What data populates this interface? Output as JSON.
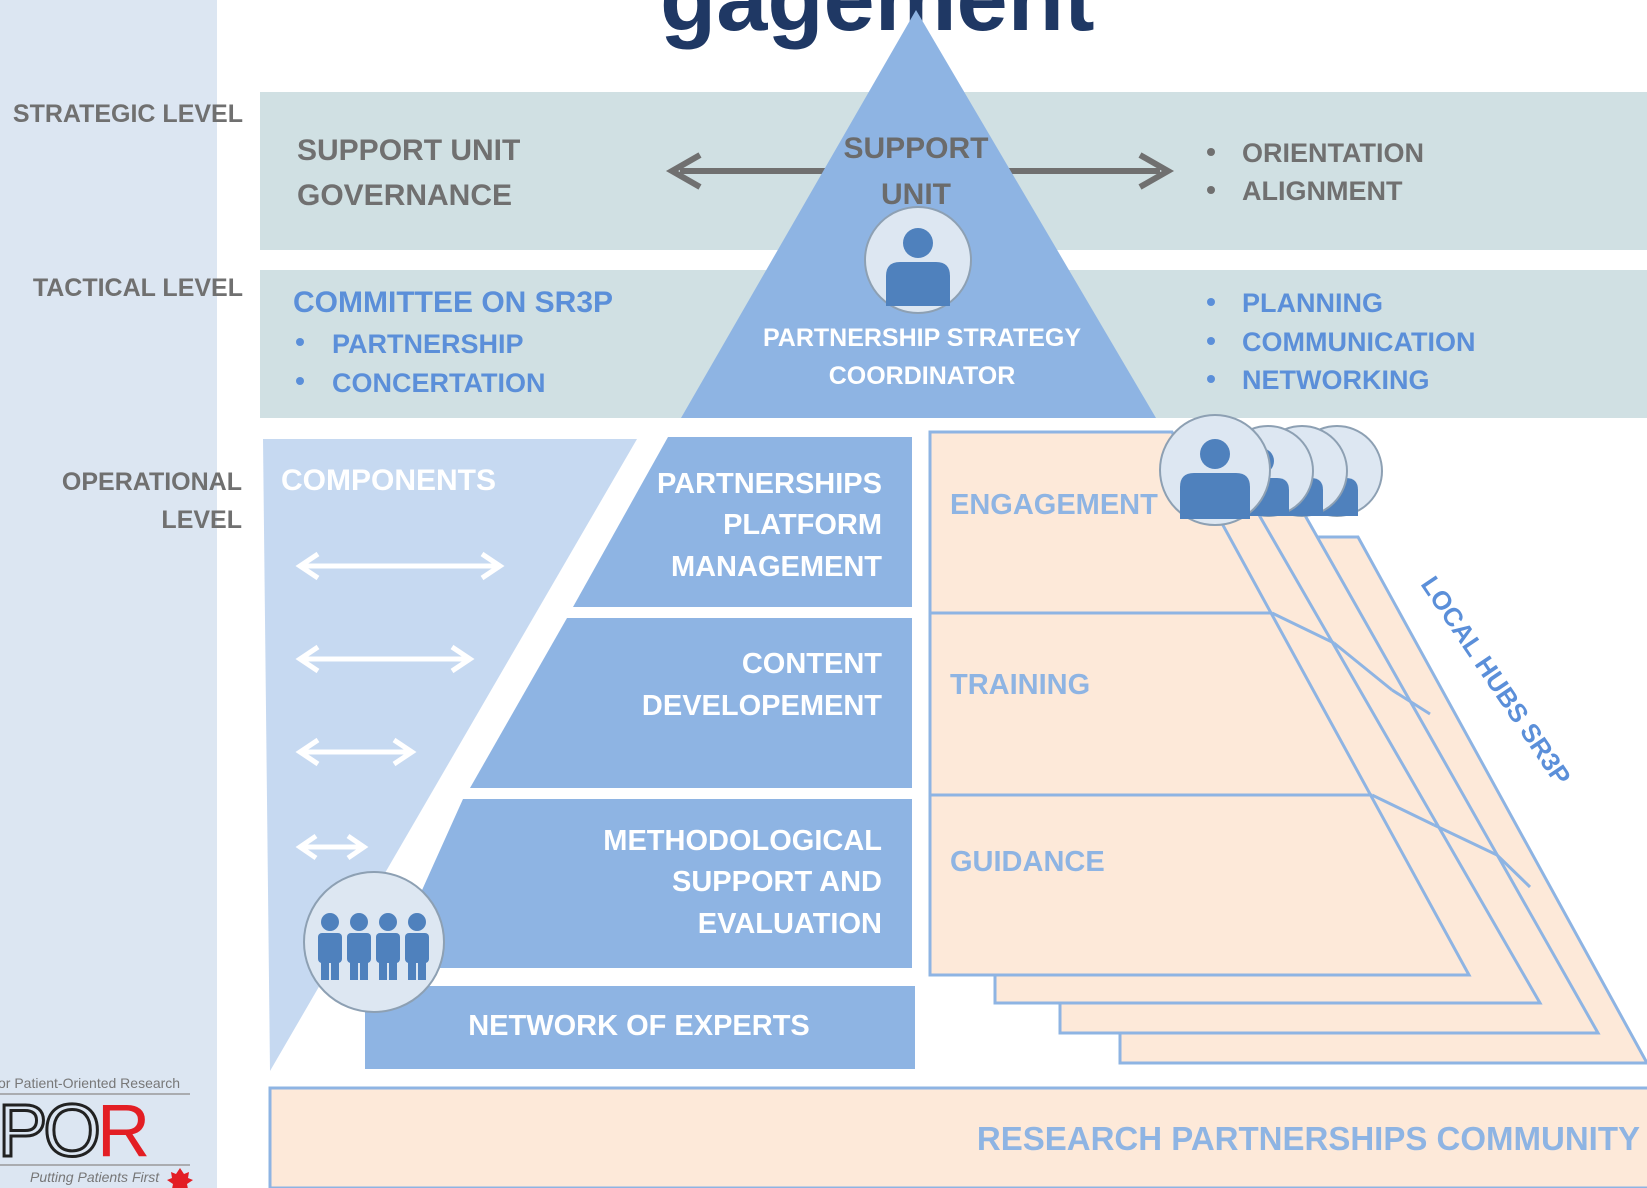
{
  "title_partial": "gagement",
  "levels": {
    "strategic": "STRATEGIC LEVEL",
    "tactical": "TACTICAL LEVEL",
    "operational_line1": "OPERATIONAL",
    "operational_line2": "LEVEL"
  },
  "strategic": {
    "governance_line1": "SUPPORT UNIT",
    "governance_line2": "GOVERNANCE",
    "unit_line1": "SUPPORT",
    "unit_line2": "UNIT",
    "bullets": [
      "ORIENTATION",
      "ALIGNMENT"
    ]
  },
  "tactical": {
    "committee": "COMMITTEE ON SR3P",
    "left_bullets": [
      "PARTNERSHIP",
      "CONCERTATION"
    ],
    "coordinator_line1": "PARTNERSHIP STRATEGY",
    "coordinator_line2": "COORDINATOR",
    "right_bullets": [
      "PLANNING",
      "COMMUNICATION",
      "NETWORKING"
    ]
  },
  "operational": {
    "components": "COMPONENTS",
    "pyramid_rows": [
      {
        "lines": [
          "PARTNERSHIPS",
          "PLATFORM",
          "MANAGEMENT"
        ]
      },
      {
        "lines": [
          "CONTENT",
          "DEVELOPEMENT"
        ]
      },
      {
        "lines": [
          "METHODOLOGICAL",
          "SUPPORT AND",
          "EVALUATION"
        ]
      }
    ],
    "network": "NETWORK OF EXPERTS",
    "hub_rows": [
      "ENGAGEMENT",
      "TRAINING",
      "GUIDANCE"
    ],
    "local_hubs": "LOCAL HUBS SR3P"
  },
  "community": "RESEARCH PARTNERSHIPS COMMUNITY",
  "logo": {
    "top_text": "or Patient-Oriented Research",
    "letters": "POR",
    "tagline": "Putting Patients First"
  },
  "icons": [
    "person-icon",
    "group-icon",
    "double-arrow-icon",
    "right-arrow-icon",
    "left-arrow-icon",
    "bullet-icon",
    "maple-leaf-icon"
  ],
  "colors": {
    "navy": "#1f3864",
    "band_teal": "#d0e0e3",
    "pyramid_blue": "#8eb4e3",
    "light_blue": "#c6d9f1",
    "peach": "#fde9d9",
    "grey_text": "#707070",
    "accent_blue": "#5b8fd9",
    "logo_red": "#e31e24"
  }
}
